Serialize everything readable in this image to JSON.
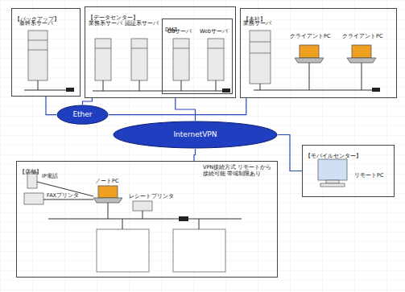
{
  "diagram": {
    "nodes": [
      {
        "text": [
          "【バックアップ】"
        ]
      },
      {
        "text": [
          "【データセンター】"
        ]
      },
      {
        "text": [
          "DMZ"
        ],
        "in": 1
      },
      {
        "text": [
          "【本社】"
        ]
      },
      {
        "text": [
          "Ether"
        ]
      },
      {
        "text": [
          "InternetVPN"
        ]
      },
      {
        "text": [
          "【モバイルセンター】"
        ]
      },
      {
        "text": [
          "【店舗】"
        ]
      }
    ],
    "edges": [
      {
        "from": 0,
        "to": 4,
        "arrow": "none"
      },
      {
        "from": 1,
        "to": 4,
        "arrow": "none"
      },
      {
        "from": 4,
        "to": 3,
        "arrow": "none"
      },
      {
        "from": 1,
        "to": 5,
        "arrow": "none"
      },
      {
        "from": 5,
        "to": 6,
        "arrow": "none"
      },
      {
        "from": 5,
        "to": 7,
        "arrow": "none"
      }
    ],
    "labels": [
      "基幹系サーバ",
      "業務系サーバ",
      "認証系サーバ",
      "DBサーバ",
      "Webサーバ",
      "業務サーバ",
      "クライアントPC",
      "クライアントPC",
      "リモートPC",
      "IP電話",
      "FAXプリンタ",
      "ノートPC",
      "レシートプリンタ",
      "VPN接続方式 リモートから接続可能 帯域制限あり"
    ]
  }
}
